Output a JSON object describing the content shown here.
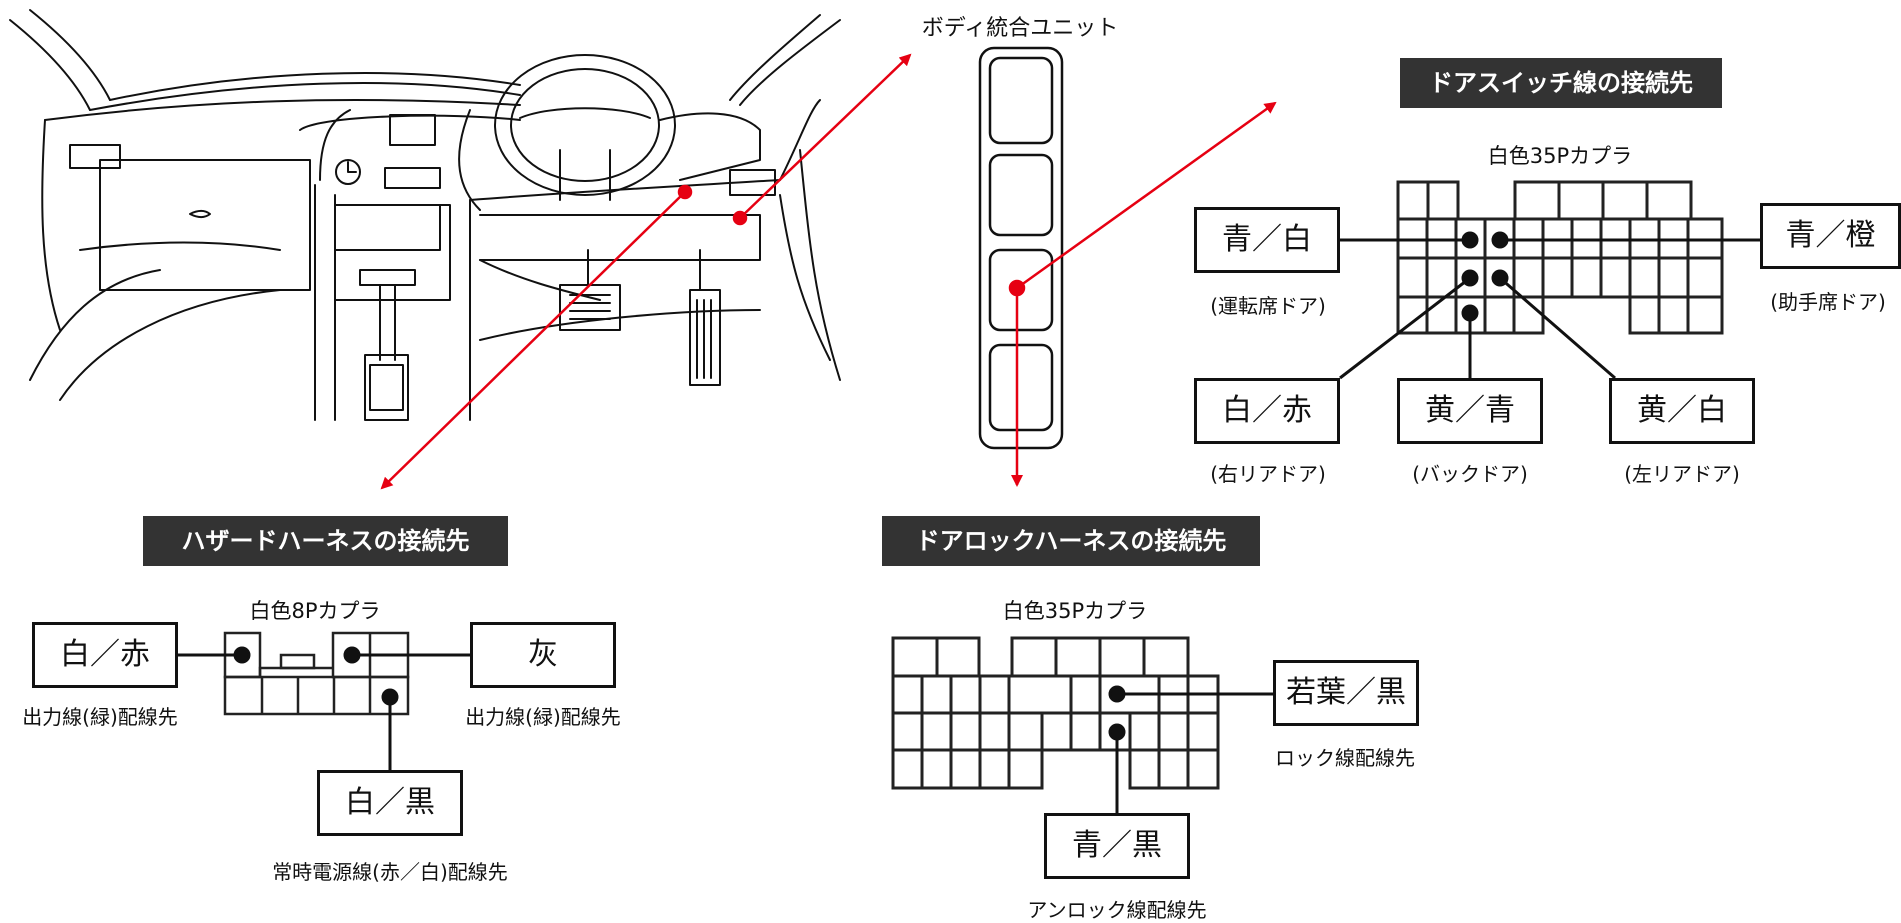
{
  "unit_label": "ボディ統合ユニット",
  "door_switch": {
    "title": "ドアスイッチ線の接続先",
    "coupler": "白色35Pカプラ",
    "wires": [
      {
        "color": "青／白",
        "dest": "(運転席ドア)"
      },
      {
        "color": "青／橙",
        "dest": "(助手席ドア)"
      },
      {
        "color": "白／赤",
        "dest": "(右リアドア)"
      },
      {
        "color": "黄／青",
        "dest": "(バックドア)"
      },
      {
        "color": "黄／白",
        "dest": "(左リアドア)"
      }
    ]
  },
  "hazard": {
    "title": "ハザードハーネスの接続先",
    "coupler": "白色8Pカプラ",
    "wires": [
      {
        "color": "白／赤",
        "dest": "出力線(緑)配線先"
      },
      {
        "color": "灰",
        "dest": "出力線(緑)配線先"
      },
      {
        "color": "白／黒",
        "dest": "常時電源線(赤／白)配線先"
      }
    ]
  },
  "door_lock": {
    "title": "ドアロックハーネスの接続先",
    "coupler": "白色35Pカプラ",
    "wires": [
      {
        "color": "若葉／黒",
        "dest": "ロック線配線先"
      },
      {
        "color": "青／黒",
        "dest": "アンロック線配線先"
      }
    ]
  },
  "colors": {
    "arrow": "#e60012",
    "title_bg": "#333333",
    "line": "#111111"
  }
}
